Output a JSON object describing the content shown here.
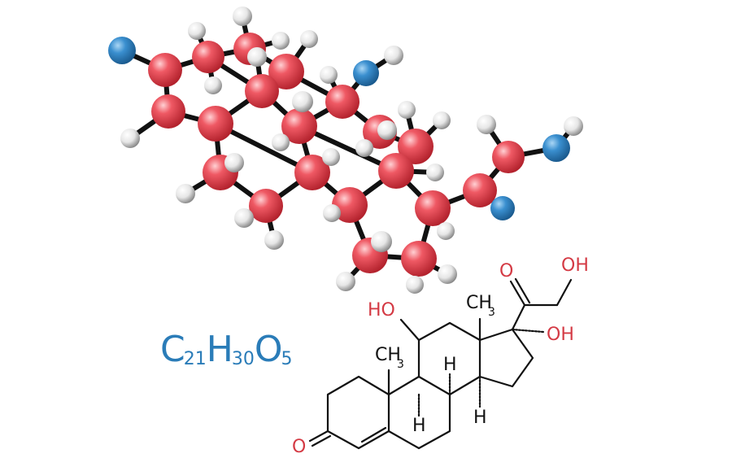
{
  "formula": {
    "c": "C",
    "c_sub": "21",
    "h": "H",
    "h_sub": "30",
    "o": "O",
    "o_sub": "5"
  },
  "structure_labels": {
    "ho_left": "HO",
    "oh_top": "OH",
    "oh_right": "OH",
    "o_ketone_top": "O",
    "o_ketone_left": "O",
    "methyl_a": "CH",
    "methyl_a_sub": "3",
    "methyl_b": "CH",
    "methyl_b_sub": "3",
    "h_a": "H",
    "h_b": "H",
    "h_c": "H"
  },
  "colors": {
    "carbon": "#e03f4a",
    "hydrogen": "#f2f2f2",
    "oxygen": "#2f86c6",
    "bond": "#111111",
    "label_oxygen": "#d43a44",
    "formula_text": "#2a7cb8"
  }
}
